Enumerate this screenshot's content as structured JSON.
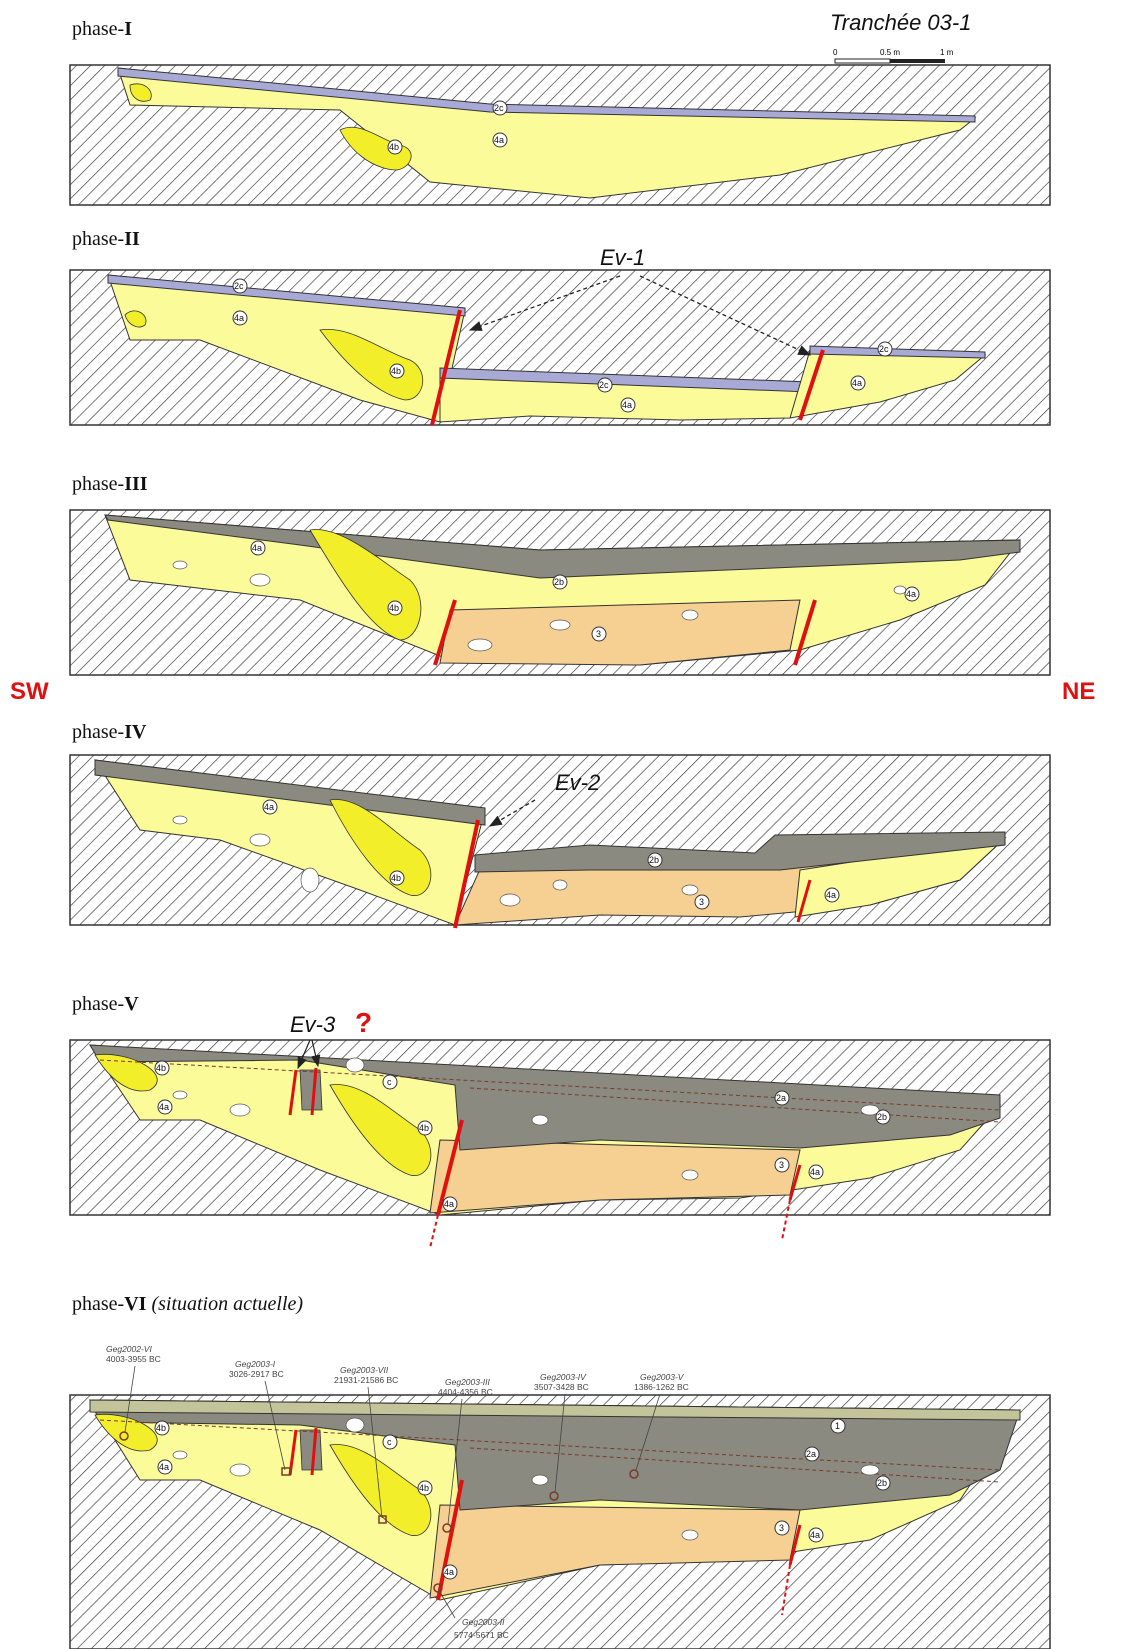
{
  "trench_title": "Tranchée 03-1",
  "scale_bar": {
    "labels": [
      "0",
      "0.5 m",
      "1 m"
    ]
  },
  "orientation": {
    "left": "SW",
    "right": "NE"
  },
  "colors": {
    "hatch": "#333333",
    "unit_2c": "#a9a9d6",
    "unit_4a": "#fbfb9a",
    "unit_4b": "#f3ee2a",
    "unit_3": "#f6cf92",
    "unit_2b": "#8a8a80",
    "unit_1": "#c4c49a",
    "fault": "#e01010",
    "direction_text": "#e01010"
  },
  "phases": [
    {
      "prefix": "phase-",
      "numeral": "I",
      "suffix": "",
      "labels": [
        "2c",
        "4a",
        "4b"
      ]
    },
    {
      "prefix": "phase-",
      "numeral": "II",
      "suffix": "",
      "event": "Ev-1",
      "labels": [
        "2c",
        "4a",
        "4b",
        "2c",
        "4a",
        "2c",
        "4a"
      ]
    },
    {
      "prefix": "phase-",
      "numeral": "III",
      "suffix": "",
      "labels": [
        "4a",
        "4b",
        "2b",
        "3",
        "4a"
      ]
    },
    {
      "prefix": "phase-",
      "numeral": "IV",
      "suffix": "",
      "event": "Ev-2",
      "labels": [
        "4a",
        "4b",
        "2b",
        "3",
        "4a"
      ]
    },
    {
      "prefix": "phase-",
      "numeral": "V",
      "suffix": "",
      "event": "Ev-3",
      "event_mark": "?",
      "labels": [
        "4b",
        "4a",
        "c",
        "4b",
        "2a",
        "2b",
        "3",
        "4a",
        "4a"
      ]
    },
    {
      "prefix": "phase-",
      "numeral": "VI",
      "suffix": " (situation actuelle)",
      "labels": [
        "4b",
        "4a",
        "c",
        "4b",
        "1",
        "2a",
        "2b",
        "3",
        "4a",
        "4a"
      ]
    }
  ],
  "samples": [
    {
      "name": "Geg2002-VI",
      "age": "4003-3955 BC"
    },
    {
      "name": "Geg2003-I",
      "age": "3026-2917 BC"
    },
    {
      "name": "Geg2003-VII",
      "age": "21931-21586 BC"
    },
    {
      "name": "Geg2003-III",
      "age": "4404-4356 BC"
    },
    {
      "name": "Geg2003-IV",
      "age": "3507-3428 BC"
    },
    {
      "name": "Geg2003-V",
      "age": "1386-1262 BC"
    },
    {
      "name": "Geg2003-II",
      "age": "5774-5671 BC"
    }
  ]
}
